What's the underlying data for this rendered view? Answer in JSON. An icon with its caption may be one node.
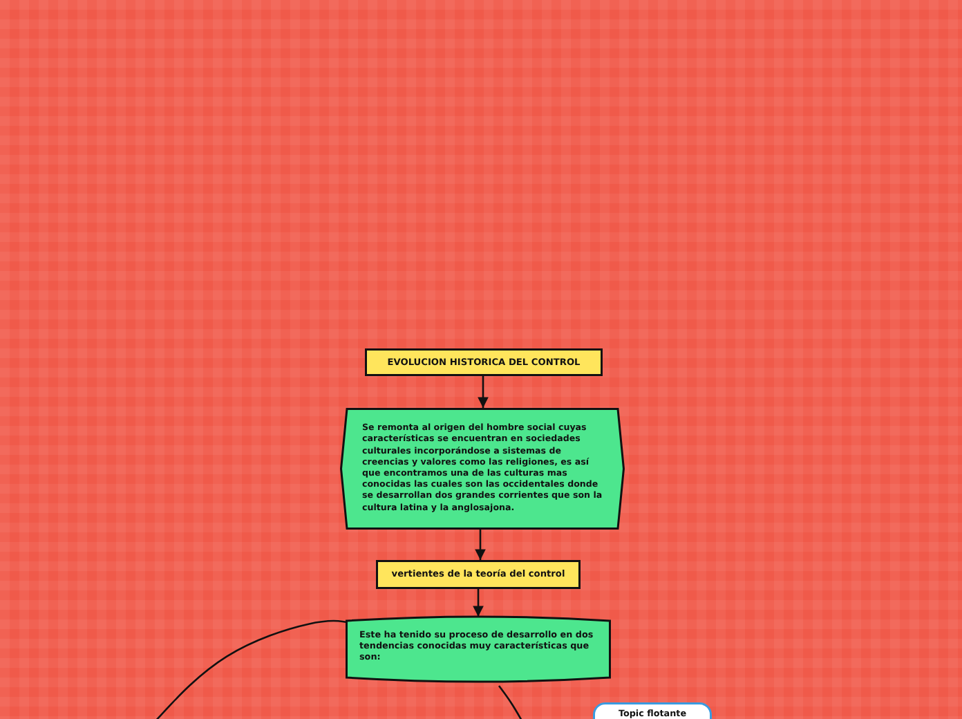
{
  "diagram": {
    "nodes": [
      {
        "text": [
          "EVOLUCION HISTORICA DEL CONTROL"
        ]
      },
      {
        "text": [
          "Se remonta al origen del hombre social cuyas características se encuentran en sociedades culturales incorporándose a sistemas de creencias y valores como las religiones, es así que encontramos una de las culturas mas conocidas las cuales son las occidentales donde se desarrollan dos grandes corrientes que son la cultura latina y la anglosajona."
        ]
      },
      {
        "text": [
          "vertientes de la teoría del control"
        ]
      },
      {
        "text": [
          "Este ha  tenido su proceso de desarrollo en dos tendencias conocidas muy características que son:"
        ]
      },
      {
        "text": [
          "Topic flotante"
        ]
      }
    ],
    "edges": [
      {
        "from": 0,
        "to": 1,
        "arrow": "to"
      },
      {
        "from": 1,
        "to": 2,
        "arrow": "to"
      },
      {
        "from": 2,
        "to": 3,
        "arrow": "to"
      },
      {
        "from": 3,
        "to": null,
        "arrow": "none"
      },
      {
        "from": 3,
        "to": null,
        "arrow": "none"
      }
    ]
  }
}
